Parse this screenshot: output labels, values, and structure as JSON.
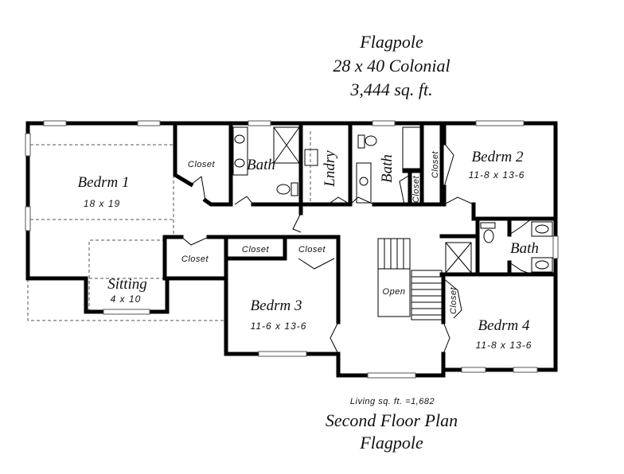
{
  "header": {
    "name": "Flagpole",
    "style": "28 x 40 Colonial",
    "total_area": "3,444 sq. ft."
  },
  "rooms": {
    "bedrm1": {
      "label": "Bedrm 1",
      "dims": "18 x 19"
    },
    "sitting": {
      "label": "Sitting",
      "dims": "4 x 10"
    },
    "bedrm2": {
      "label": "Bedrm 2",
      "dims": "11-8 x 13-6"
    },
    "bedrm3": {
      "label": "Bedrm 3",
      "dims": "11-6 x 13-6"
    },
    "bedrm4": {
      "label": "Bedrm 4",
      "dims": "11-8 x 13-6"
    },
    "bath_master": "Bath",
    "bath_hall": "Bath",
    "bath_right": "Bath",
    "laundry": "Lndry",
    "closet": "Closet",
    "open": "Open"
  },
  "footer": {
    "living_area": "Living sq. ft. =1,682",
    "plan_title": "Second Floor Plan",
    "plan_name": "Flagpole"
  }
}
